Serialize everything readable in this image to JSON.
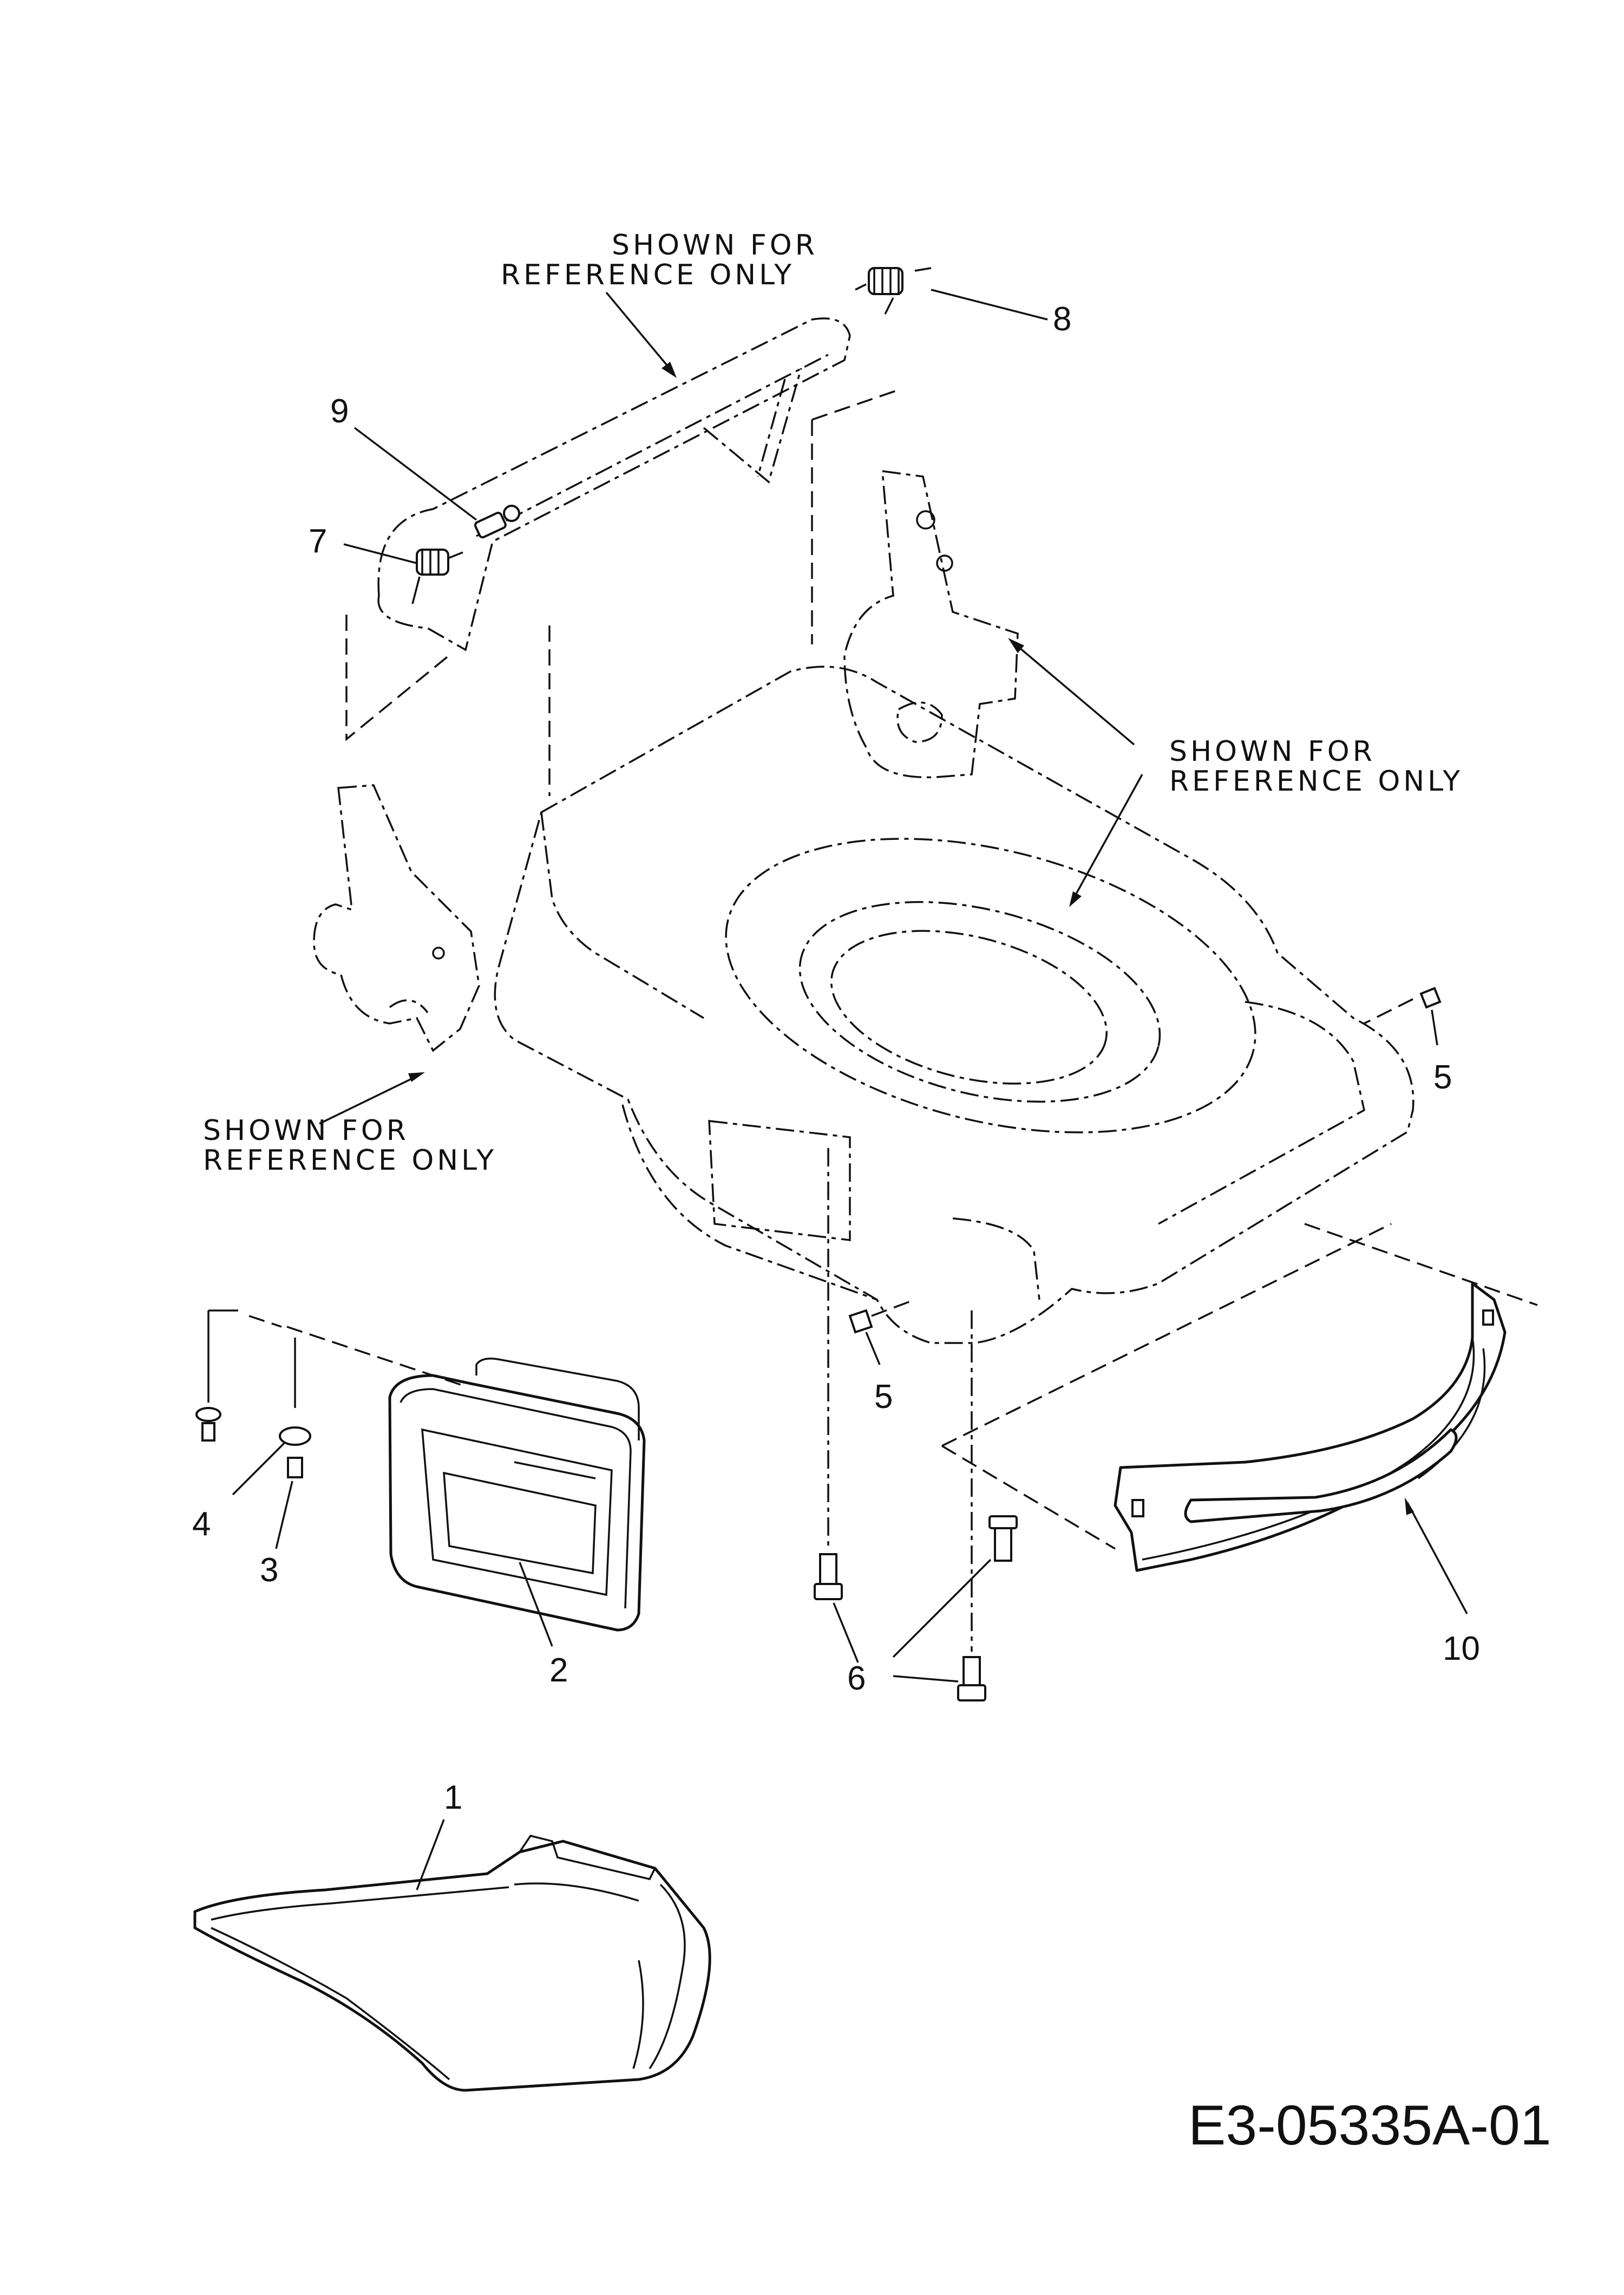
{
  "reference_note": [
    "SHOWN FOR",
    "REFERENCE ONLY"
  ],
  "callouts": {
    "p1": "1",
    "p2": "2",
    "p3": "3",
    "p4": "4",
    "p5a": "5",
    "p5b": "5",
    "p6": "6",
    "p7": "7",
    "p8": "8",
    "p9": "9",
    "p10": "10"
  },
  "drawing_number": "E3-05335A-01"
}
